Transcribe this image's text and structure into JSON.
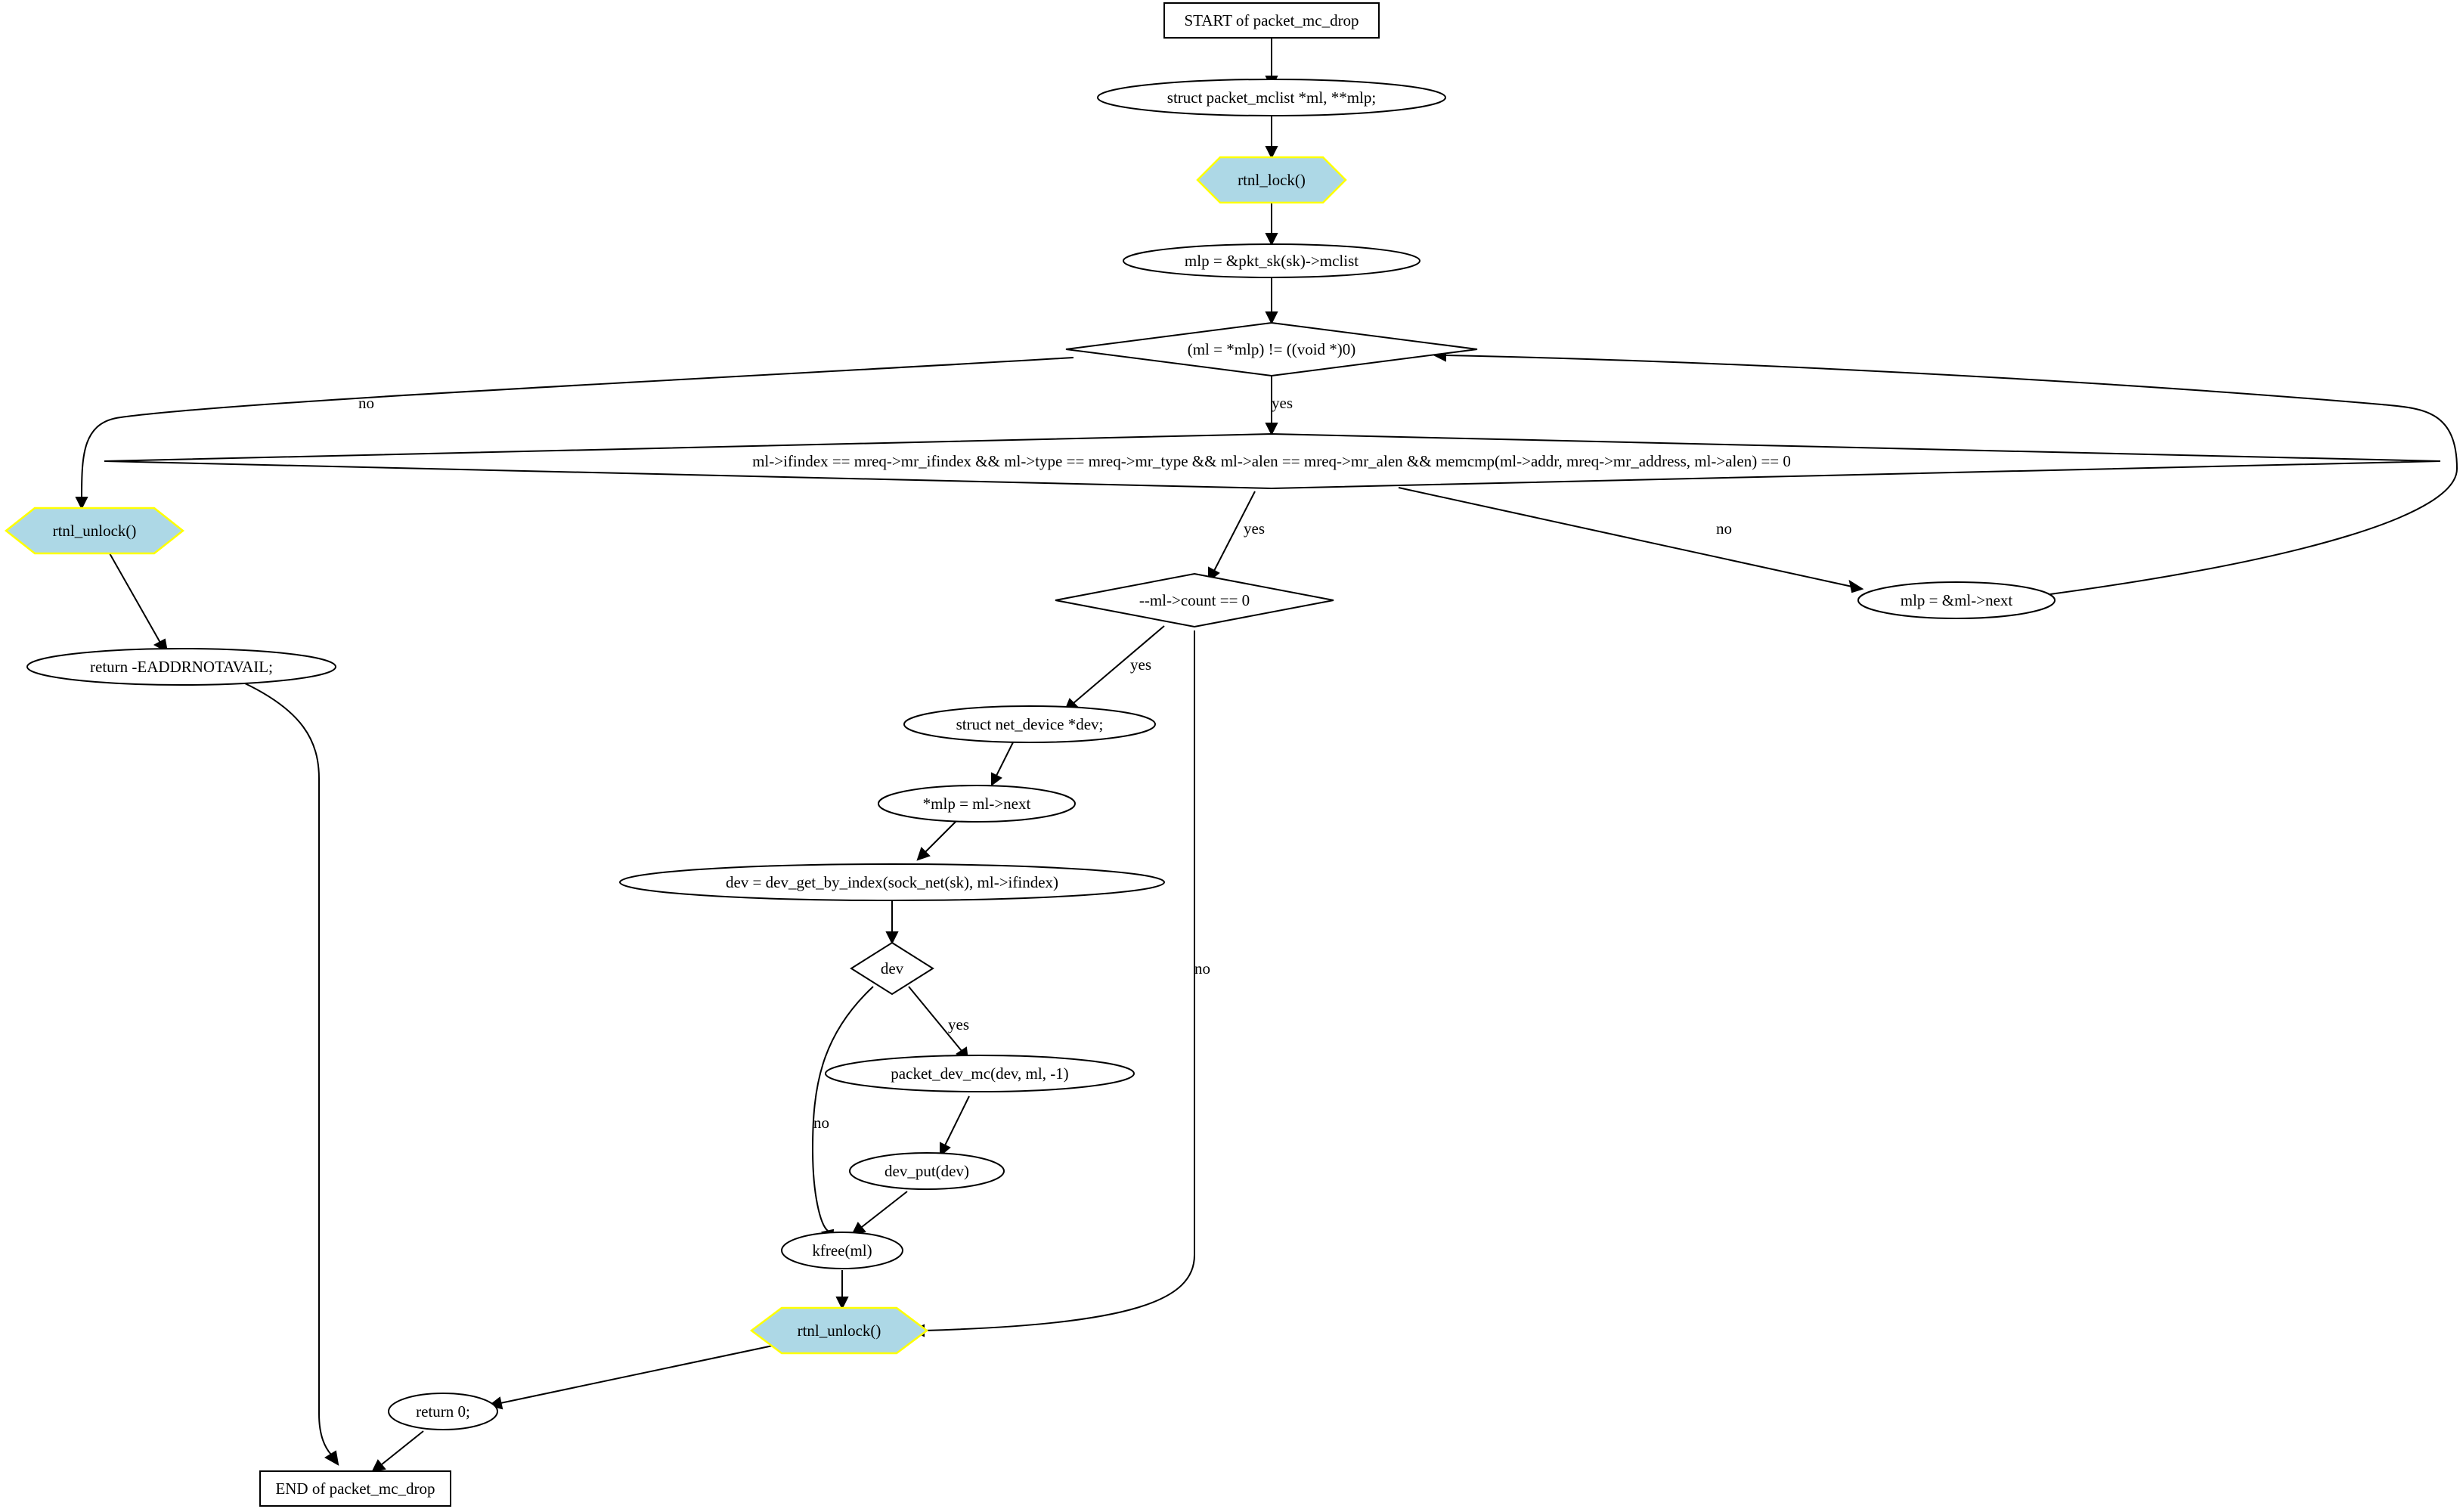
{
  "nodes": {
    "start": "START of packet_mc_drop",
    "decl_ml": "struct packet_mclist *ml, **mlp;",
    "rtnl_lock": "rtnl_lock()",
    "mlp_init": "mlp = &pkt_sk(sk)->mclist",
    "loop_cond": "(ml = *mlp) != ((void *)0)",
    "match_cond": "ml->ifindex == mreq->mr_ifindex && ml->type == mreq->mr_type && ml->alen == mreq->mr_alen && memcmp(ml->addr, mreq->mr_address, ml->alen) == 0",
    "rtnl_unlock_1": "rtnl_unlock()",
    "return_eaddr": "return -EADDRNOTAVAIL;",
    "count_cond": "--ml->count == 0",
    "mlp_next": "mlp = &ml->next",
    "decl_dev": "struct net_device *dev;",
    "unlink": "*mlp = ml->next",
    "dev_get": "dev = dev_get_by_index(sock_net(sk), ml->ifindex)",
    "dev_cond": "dev",
    "packet_dev_mc": "packet_dev_mc(dev, ml, -1)",
    "dev_put": "dev_put(dev)",
    "kfree": "kfree(ml)",
    "rtnl_unlock_2": "rtnl_unlock()",
    "return_zero": "return 0;",
    "end": "END of packet_mc_drop"
  },
  "edge_labels": {
    "loop_no": "no",
    "loop_yes": "yes",
    "match_yes": "yes",
    "match_no": "no",
    "count_yes": "yes",
    "count_no": "no",
    "dev_yes": "yes",
    "dev_no": "no"
  },
  "colors": {
    "hexagon_fill": "#add8e6",
    "hexagon_border": "#ffff00",
    "line": "#000000",
    "background": "#ffffff"
  }
}
